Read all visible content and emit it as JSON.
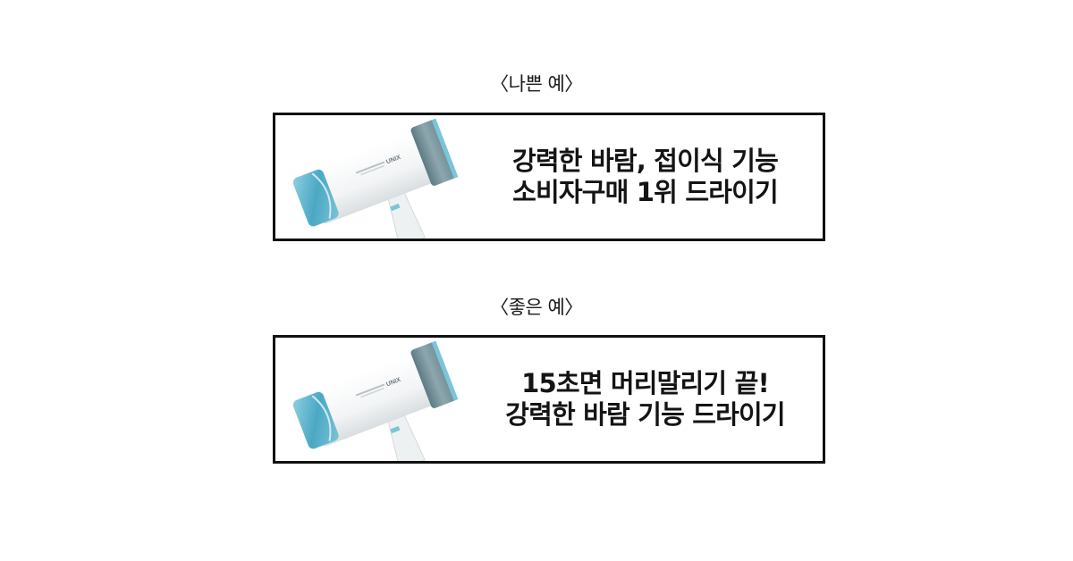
{
  "examples": [
    {
      "label": "〈나쁜 예〉",
      "kind": "bad",
      "image": {
        "icon": "hair-dryer-product-image",
        "brand_text": "UNIX",
        "colors": {
          "body": "#f4f6f7",
          "rear": "#5bb4cc",
          "nozzle": "#6f8d96"
        }
      },
      "lines": [
        "강력한 바람, 접이식 기능",
        "소비자구매 1위 드라이기"
      ]
    },
    {
      "label": "〈좋은 예〉",
      "kind": "good",
      "image": {
        "icon": "hair-dryer-product-image",
        "brand_text": "UNIX",
        "colors": {
          "body": "#f4f6f7",
          "rear": "#5bb4cc",
          "nozzle": "#6f8d96"
        }
      },
      "lines": [
        "15초면 머리말리기 끝!",
        "강력한 바람 기능 드라이기"
      ]
    }
  ]
}
